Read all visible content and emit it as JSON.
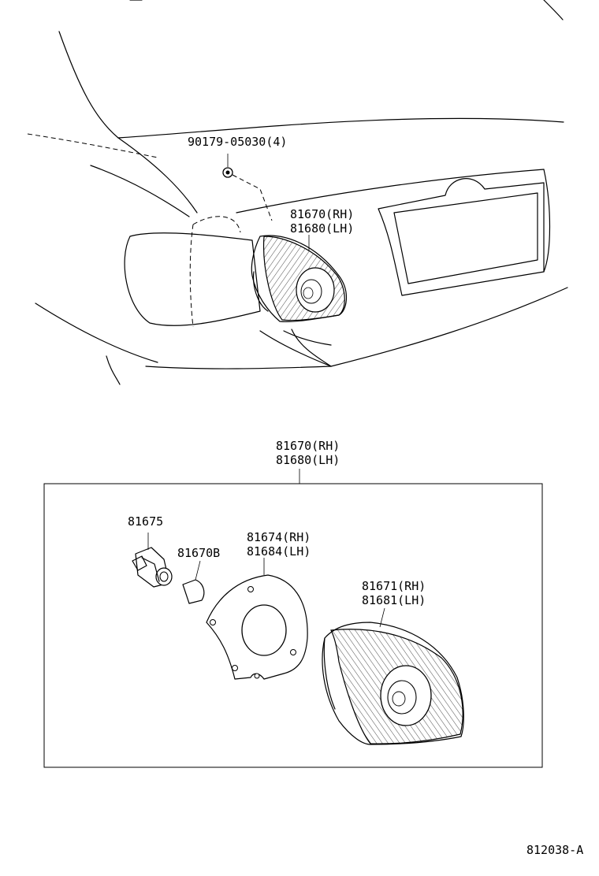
{
  "labels": {
    "bolt": "90179-05030(4)",
    "lamp_top_rh": "81670(RH)",
    "lamp_top_lh": "81680(LH)",
    "assy_rh": "81670(RH)",
    "assy_lh": "81680(LH)",
    "socket": "81675",
    "bulb": "81670B",
    "gasket_rh": "81674(RH)",
    "gasket_lh": "81684(LH)",
    "lens_rh": "81671(RH)",
    "lens_lh": "81681(LH)",
    "ref_code": "812038-A"
  }
}
